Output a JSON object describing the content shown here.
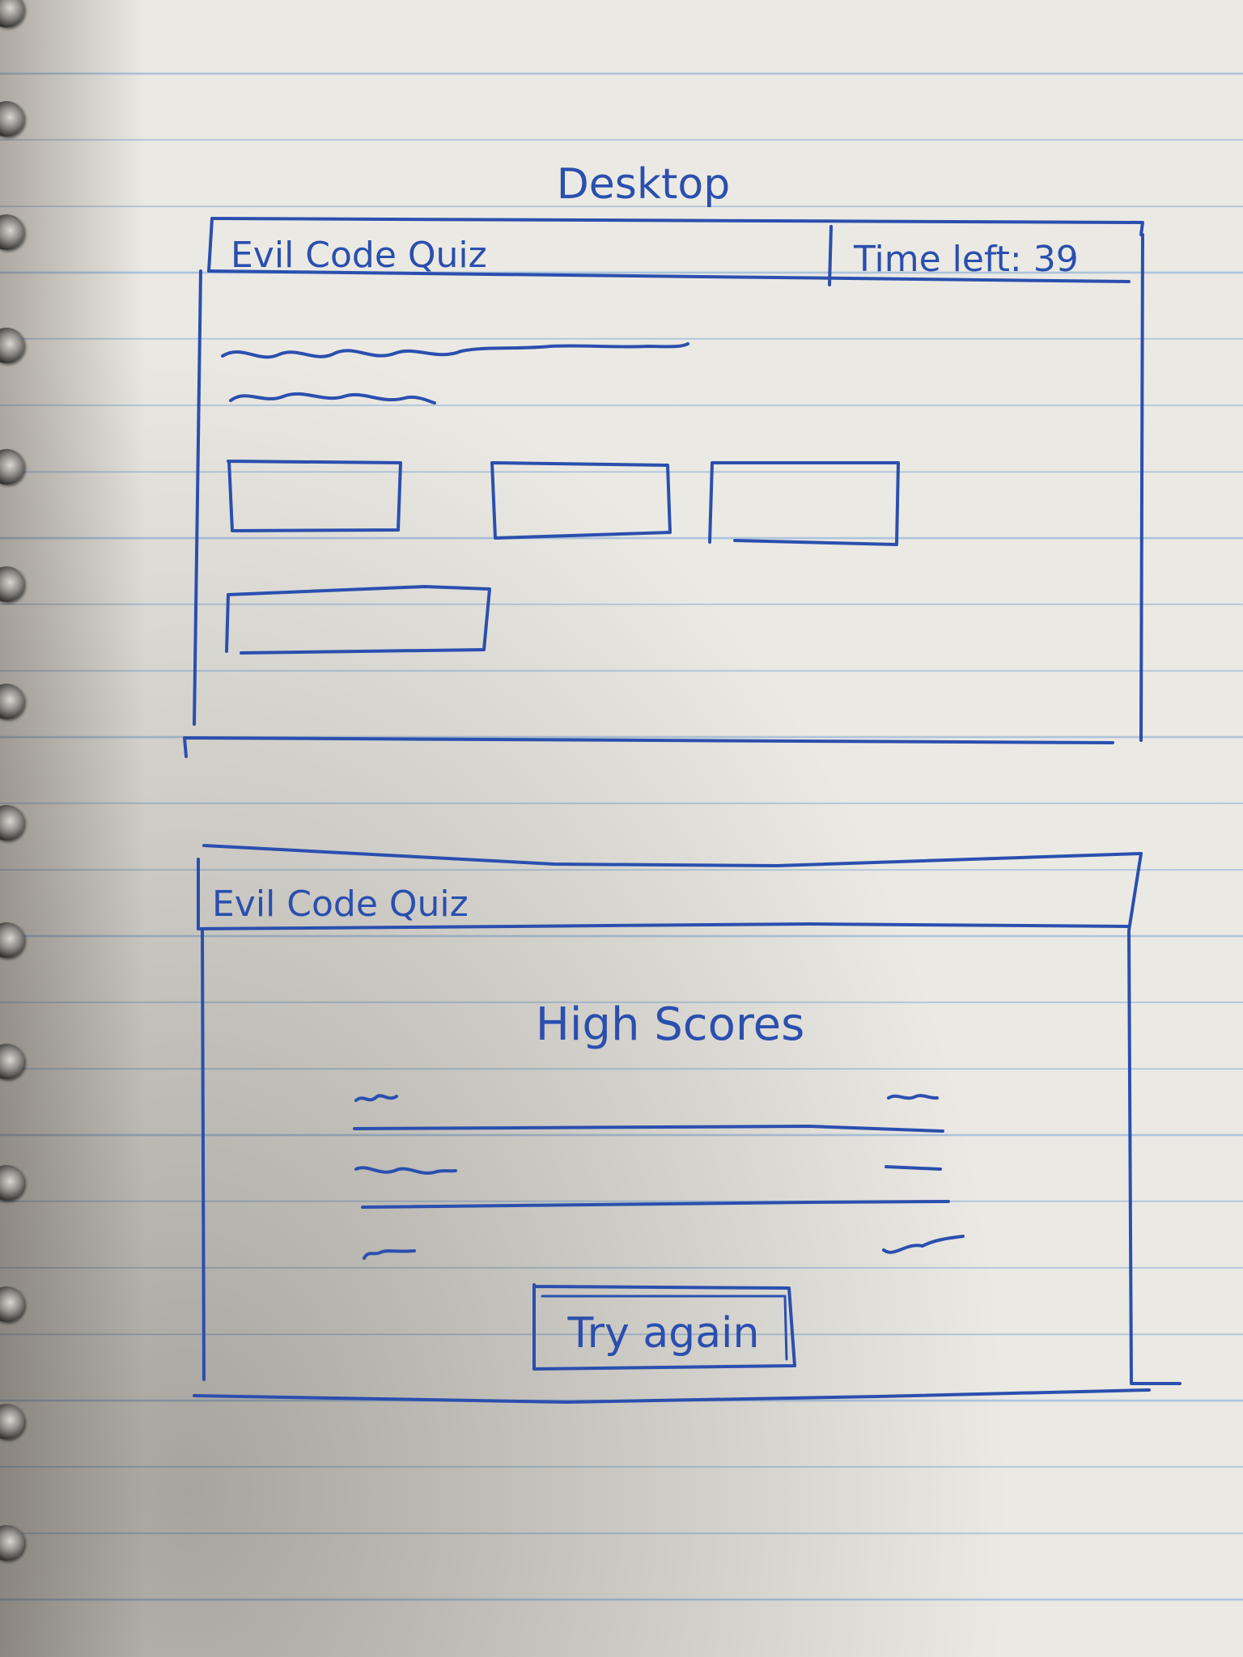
{
  "heading": "Desktop",
  "quiz_screen": {
    "app_title": "Evil Code Quiz",
    "timer_label": "Time left: 39",
    "answer_buttons": [
      "",
      "",
      "",
      ""
    ]
  },
  "highscores_screen": {
    "app_title": "Evil Code Quiz",
    "title": "High Scores",
    "scores": [
      {
        "name": "",
        "score": ""
      },
      {
        "name": "",
        "score": ""
      },
      {
        "name": "",
        "score": ""
      }
    ],
    "retry_button": "Try again"
  },
  "colors": {
    "ink": "#2a4fae",
    "paper": "#ebe9e3",
    "rule_lines": "#78a5d7"
  }
}
